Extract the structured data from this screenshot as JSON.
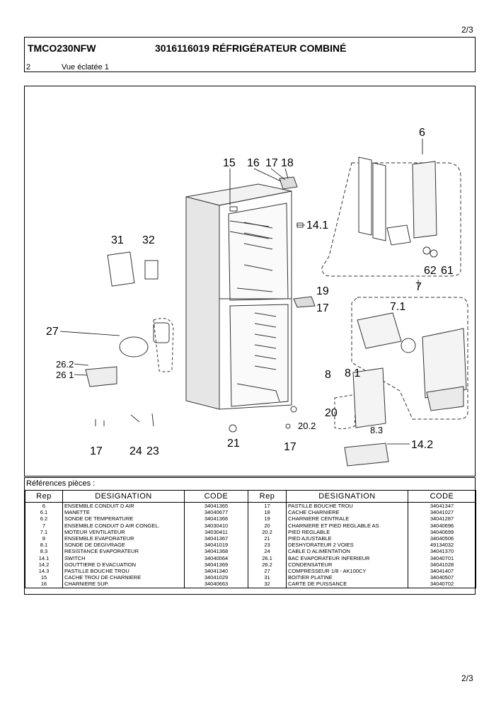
{
  "page": {
    "number": "2/3"
  },
  "header": {
    "model": "TMCO230NFW",
    "code_title": "3016116019  RÉFRIGÉRATEUR COMBINÉ",
    "section_number": "2",
    "section_title": "Vue éclatée 1"
  },
  "diagram": {
    "callouts": [
      "15",
      "16",
      "17",
      "18",
      "6",
      "14.1",
      "31",
      "32",
      "62",
      "61",
      "7",
      "19",
      "17",
      "7.1",
      "27",
      "26.2",
      "26 1",
      "8",
      "8 1",
      "20",
      "20.2",
      "8.3",
      "17",
      "24",
      "23",
      "21",
      "17",
      "14.2"
    ]
  },
  "references": {
    "title": "Références pièces  :",
    "columns": [
      "Rep",
      "DESIGNATION",
      "CODE",
      "Rep",
      "DESIGNATION",
      "CODE"
    ],
    "rows": [
      [
        "6",
        "ENSEMBLE CONDUIT D AIR",
        "34041365",
        "17",
        "PASTILLE BOUCHE TROU",
        "34041347"
      ],
      [
        "6.1",
        "MANETTE",
        "34040677",
        "18",
        "CACHE CHARNIERE",
        "34041027"
      ],
      [
        "6.2",
        "SONDE DE TEMPERATURE",
        "34041366",
        "19",
        "CHARNIERE CENTRALE",
        "34041287"
      ],
      [
        "7",
        "ENSEMBLE CONDUIT D AIR CONGEL.",
        "34030410",
        "20",
        "CHARNIERE ET PIED REGLABLE AS",
        "34040696"
      ],
      [
        "7.1",
        "MOTEUR VENTILATEUR",
        "34030411",
        "20.2",
        "PIED REGLABLE",
        "34040699"
      ],
      [
        "8",
        "ENSEMBLE EVAPORATEUR",
        "34041367",
        "21",
        "PIED AJUSTABLE",
        "34040506"
      ],
      [
        "8.1",
        "SONDE DE DEGIVRAGE",
        "34041019",
        "23",
        "DESHYDRATEUR 2 VOIES",
        "49134032"
      ],
      [
        "8.3",
        "RESISTANCE EVAPORATEUR",
        "34041368",
        "24",
        "CABLE D ALIMENTATION",
        "34041370"
      ],
      [
        "14.1",
        "SWITCH",
        "34040064",
        "26.1",
        "BAC EVAPORATEUR INFERIEUR",
        "34040701"
      ],
      [
        "14.2",
        "GOUTTIERE D EVACUATION",
        "34041369",
        "26.2",
        "CONDENSATEUR",
        "34041028"
      ],
      [
        "14.3",
        "PASTILLE BOUCHE TROU",
        "34041340",
        "27",
        "COMPRESSEUR  1/8 - AK100CY",
        "34041407"
      ],
      [
        "15",
        "CACHE TROU DE CHARNIERE",
        "34041029",
        "31",
        "BOITIER PLATINE",
        "34040507"
      ],
      [
        "16",
        "CHARNIERE SUP.",
        "34040663",
        "32",
        "CARTE DE PUISSANCE",
        "34040702"
      ]
    ]
  }
}
